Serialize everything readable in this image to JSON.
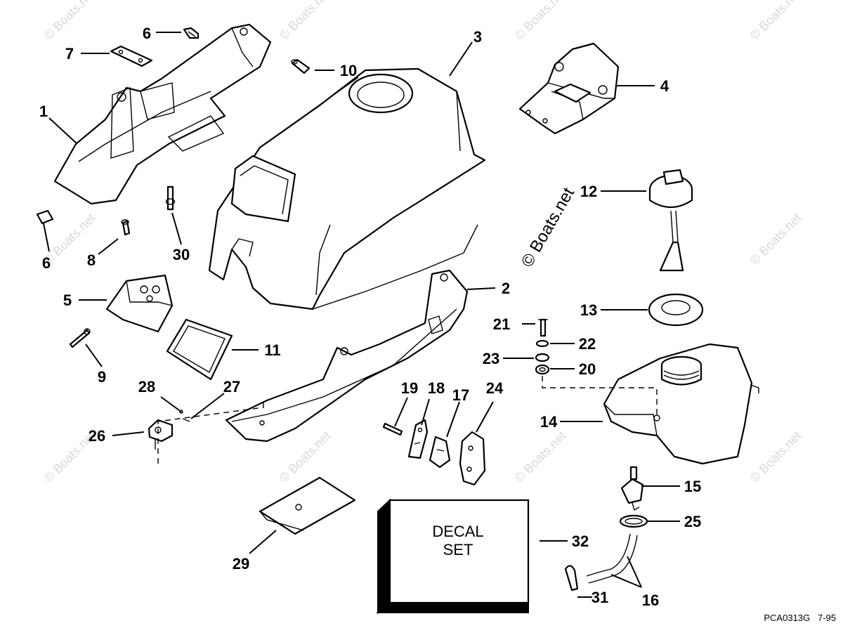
{
  "callouts": [
    {
      "id": "1",
      "label": "1"
    },
    {
      "id": "2",
      "label": "2"
    },
    {
      "id": "3",
      "label": "3"
    },
    {
      "id": "4",
      "label": "4"
    },
    {
      "id": "5",
      "label": "5"
    },
    {
      "id": "6a",
      "label": "6"
    },
    {
      "id": "6b",
      "label": "6"
    },
    {
      "id": "7",
      "label": "7"
    },
    {
      "id": "8",
      "label": "8"
    },
    {
      "id": "9",
      "label": "9"
    },
    {
      "id": "10",
      "label": "10"
    },
    {
      "id": "11",
      "label": "11"
    },
    {
      "id": "12",
      "label": "12"
    },
    {
      "id": "13",
      "label": "13"
    },
    {
      "id": "14",
      "label": "14"
    },
    {
      "id": "15",
      "label": "15"
    },
    {
      "id": "16",
      "label": "16"
    },
    {
      "id": "17",
      "label": "17"
    },
    {
      "id": "18",
      "label": "18"
    },
    {
      "id": "19",
      "label": "19"
    },
    {
      "id": "20",
      "label": "20"
    },
    {
      "id": "21",
      "label": "21"
    },
    {
      "id": "22",
      "label": "22"
    },
    {
      "id": "23",
      "label": "23"
    },
    {
      "id": "24",
      "label": "24"
    },
    {
      "id": "25",
      "label": "25"
    },
    {
      "id": "26",
      "label": "26"
    },
    {
      "id": "27",
      "label": "27"
    },
    {
      "id": "28",
      "label": "28"
    },
    {
      "id": "29",
      "label": "29"
    },
    {
      "id": "30",
      "label": "30"
    },
    {
      "id": "31",
      "label": "31"
    },
    {
      "id": "32",
      "label": "32"
    }
  ],
  "decal_box": {
    "line1": "DECAL",
    "line2": "SET"
  },
  "watermarks": {
    "small": "© Boats.net",
    "large": "© Boats.net"
  },
  "drawing_code": "PCA0313G   7-95"
}
